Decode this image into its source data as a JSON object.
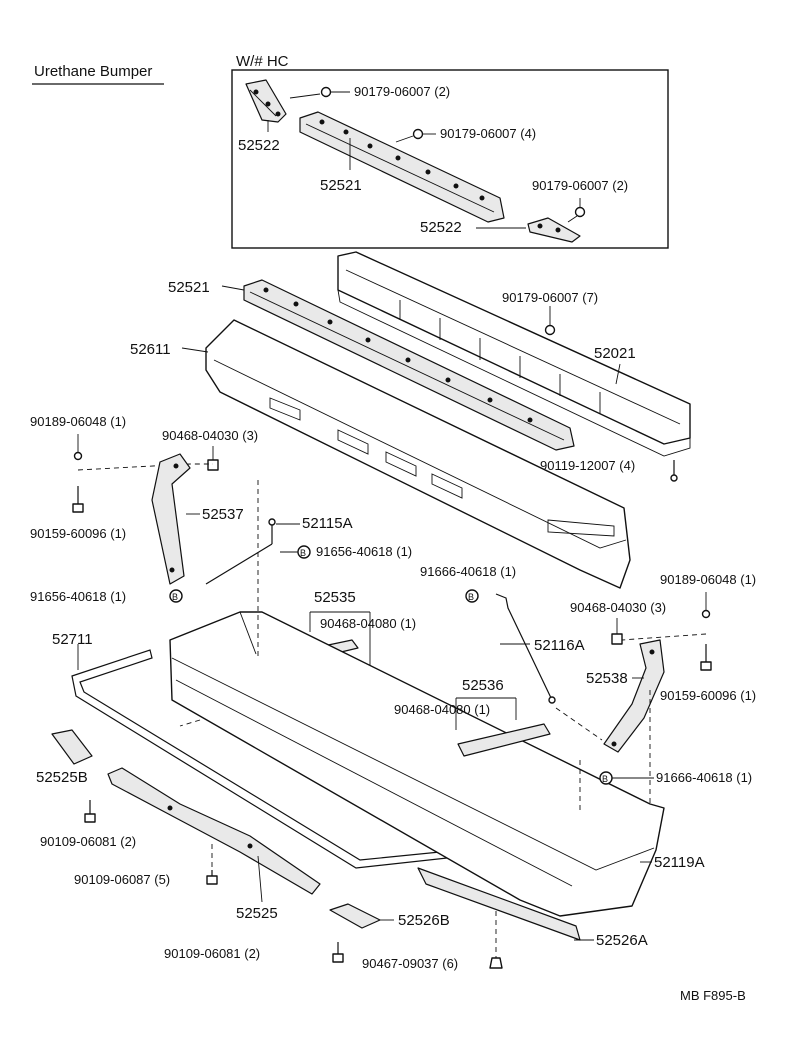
{
  "title": "Urethane Bumper",
  "inset_title": "W/# HC",
  "diagram_code": "MB F895-B",
  "parts": {
    "p52522_a": "52522",
    "p52521_a": "52521",
    "p52522_b": "52522",
    "p52521_b": "52521",
    "p52611": "52611",
    "p52021": "52021",
    "p52537": "52537",
    "p52115A": "52115A",
    "p52535": "52535",
    "p52116A": "52116A",
    "p52711": "52711",
    "p52536": "52536",
    "p52538": "52538",
    "p52525B": "52525B",
    "p52119A": "52119A",
    "p52525": "52525",
    "p52526B": "52526B",
    "p52526A": "52526A"
  },
  "fasteners": {
    "f1": "90179-06007 (2)",
    "f2": "90179-06007 (4)",
    "f3": "90179-06007 (2)",
    "f4": "90179-06007 (7)",
    "f5": "90119-12007 (4)",
    "f6": "90189-06048 (1)",
    "f7": "90468-04030 (3)",
    "f8": "90159-60096 (1)",
    "f9": "91656-40618 (1)",
    "f10": "91656-40618 (1)",
    "f11": "91666-40618 (1)",
    "f12": "90189-06048 (1)",
    "f13": "90468-04080 (1)",
    "f14": "90468-04030 (3)",
    "f15": "90159-60096 (1)",
    "f16": "90468-04080 (1)",
    "f17": "91666-40618 (1)",
    "f18": "90109-06081  (2)",
    "f19": "90109-06087 (5)",
    "f20": "90109-06081 (2)",
    "f21": "90467-09037 (6)"
  },
  "marker_letter": "B"
}
